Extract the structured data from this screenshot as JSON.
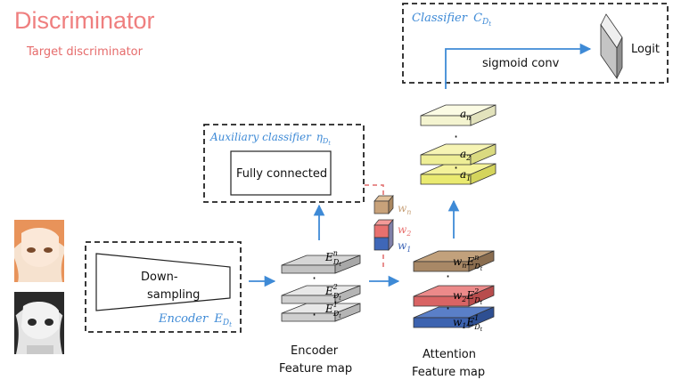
{
  "header": {
    "title": "Discriminator",
    "subtitle": "Target discriminator"
  },
  "classifier": {
    "name": "Classifier",
    "symbol": "C",
    "subscript": "D",
    "sub_sub": "t",
    "conv_label": "sigmoid conv",
    "output_label": "Logit"
  },
  "aux_classifier": {
    "name": "Auxiliary classifier",
    "symbol": "η",
    "subscript": "D",
    "sub_sub": "t",
    "block_label": "Fully connected"
  },
  "encoder": {
    "block_label_1": "Down-",
    "block_label_2": "sampling",
    "name": "Encoder",
    "symbol": "E",
    "subscript": "D",
    "sub_sub": "t"
  },
  "encoder_feature_map": {
    "caption_1": "Encoder",
    "caption_2": "Feature map",
    "layers": [
      {
        "symbol": "E",
        "sup": "n",
        "sub": "D",
        "subsub": "t"
      },
      {
        "symbol": "E",
        "sup": "2",
        "sub": "D",
        "subsub": "t"
      },
      {
        "symbol": "E",
        "sup": "1",
        "sub": "D",
        "subsub": "t"
      }
    ],
    "ellipsis": "·"
  },
  "weights": [
    {
      "label": "w",
      "sub": "n",
      "color": "#c8a27a"
    },
    {
      "label": "w",
      "sub": "2",
      "color": "#e8706e"
    },
    {
      "label": "w",
      "sub": "1",
      "color": "#3f67b8"
    }
  ],
  "attention_feature_map": {
    "caption_1": "Attention",
    "caption_2": "Feature map",
    "layers": [
      {
        "w": "w",
        "wsub": "n",
        "E": "E",
        "sup": "n",
        "sub": "D",
        "subsub": "t",
        "color": "#a88866"
      },
      {
        "w": "w",
        "wsub": "2",
        "E": "E",
        "sup": "2",
        "sub": "D",
        "subsub": "t",
        "color": "#d96464"
      },
      {
        "w": "w",
        "wsub": "1",
        "E": "E",
        "sup": "1",
        "sub": "D",
        "subsub": "t",
        "color": "#3d63b0"
      }
    ]
  },
  "attention_maps": [
    {
      "label": "a",
      "sub": "n"
    },
    {
      "label": "a",
      "sub": "2"
    },
    {
      "label": "a",
      "sub": "1"
    }
  ],
  "colors": {
    "accent_blue": "#3e8ad6",
    "title_red": "#ef7f7f",
    "dashed_red": "#e06a6a"
  }
}
